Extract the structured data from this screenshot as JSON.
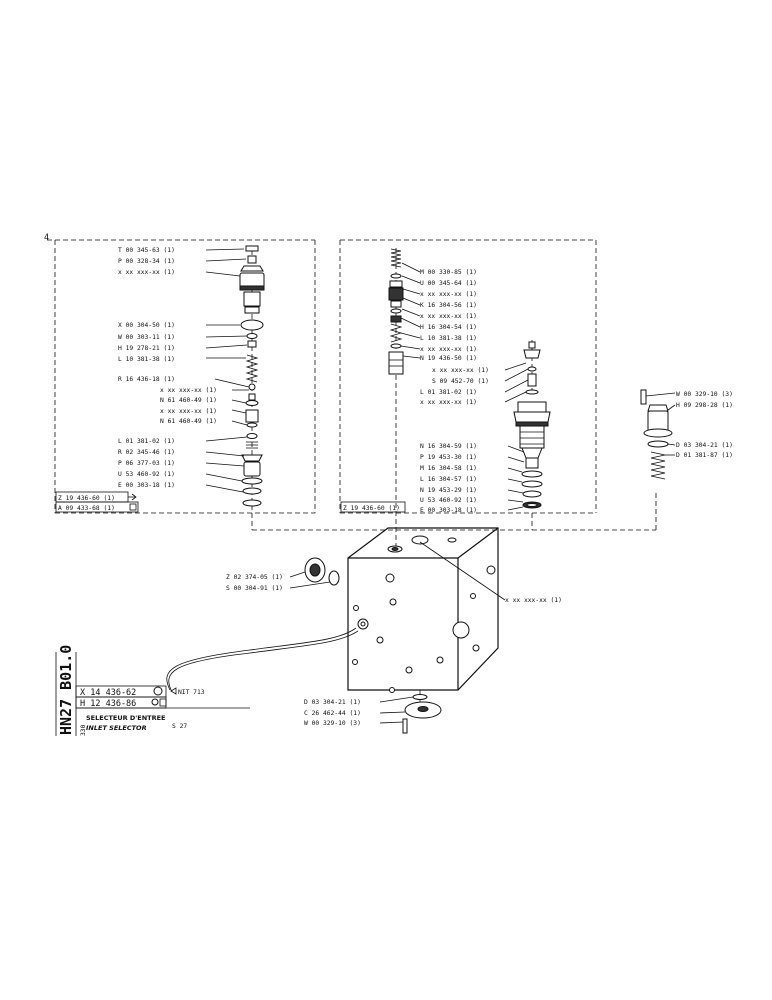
{
  "left_panel": {
    "corner_mark": "4",
    "labels": [
      "T 00 345-63 (1)",
      "P 00 328-34 (1)",
      "x xx xxx-xx (1)",
      "X 00 304-50 (1)",
      "W 00 303-11 (1)",
      "H 19 278-21 (1)",
      "L 10 381-38 (1)",
      "R 16 436-18 (1)",
      "x xx xxx-xx (1)",
      "N 61 460-49 (1)",
      "x xx xxx-xx (1)",
      "N 61 460-49 (1)",
      "L 01 381-02 (1)",
      "R 02 345-46 (1)",
      "P 06 377-03 (1)",
      "U 53 460-92 (1)",
      "E 00 303-18 (1)"
    ],
    "assembly_label": "Z 19 436-60 (1)",
    "sub_label": "A 09 433-68 (1)"
  },
  "right_panel": {
    "labels_top": [
      "M 00 330-85 (1)",
      "U 00 345-64 (1)",
      "x xx xxx-xx (1)",
      "K 16 304-56 (1)",
      "x xx xxx-xx (1)",
      "H 16 304-54 (1)",
      "L 10 381-38 (1)",
      "x xx xxx-xx (1)",
      "N 19 436-50 (1)"
    ],
    "labels_mid": [
      "x xx xxx-xx (1)",
      "S 09 452-70 (1)",
      "L 01 381-02 (1)",
      "x xx xxx-xx (1)"
    ],
    "labels_bottom": [
      "N 16 304-59 (1)",
      "P 19 453-30 (1)",
      "M 16 304-58 (1)",
      "L 16 304-57 (1)",
      "N 19 453-29 (1)",
      "U 53 460-92 (1)",
      "E 00 303-18 (1)"
    ],
    "assembly_label": "Z 19 436-60 (1)"
  },
  "far_right": {
    "labels": [
      "W 00 329-10 (3)",
      "H 09 298-28 (1)",
      "D 03 304-21 (1)",
      "D 01 381-87 (1)"
    ]
  },
  "block": {
    "plug_labels": [
      "Z 02 374-05 (1)",
      "S 00 304-91 (1)"
    ],
    "center_label": "x xx xxx-xx (1)",
    "bottom_labels": [
      "D 03 304-21 (1)",
      "C 26 462-44 (1)",
      "W 00 329-10 (3)"
    ]
  },
  "title_block": {
    "code": "HN27 B01.0",
    "page": "330",
    "part_no_1": "X 14 436-62",
    "part_no_2": "H 12 436-86",
    "nit": "NIT 713",
    "title_fr": "SELECTEUR D'ENTREE",
    "title_en": "INLET SELECTOR",
    "model": "S 27"
  }
}
